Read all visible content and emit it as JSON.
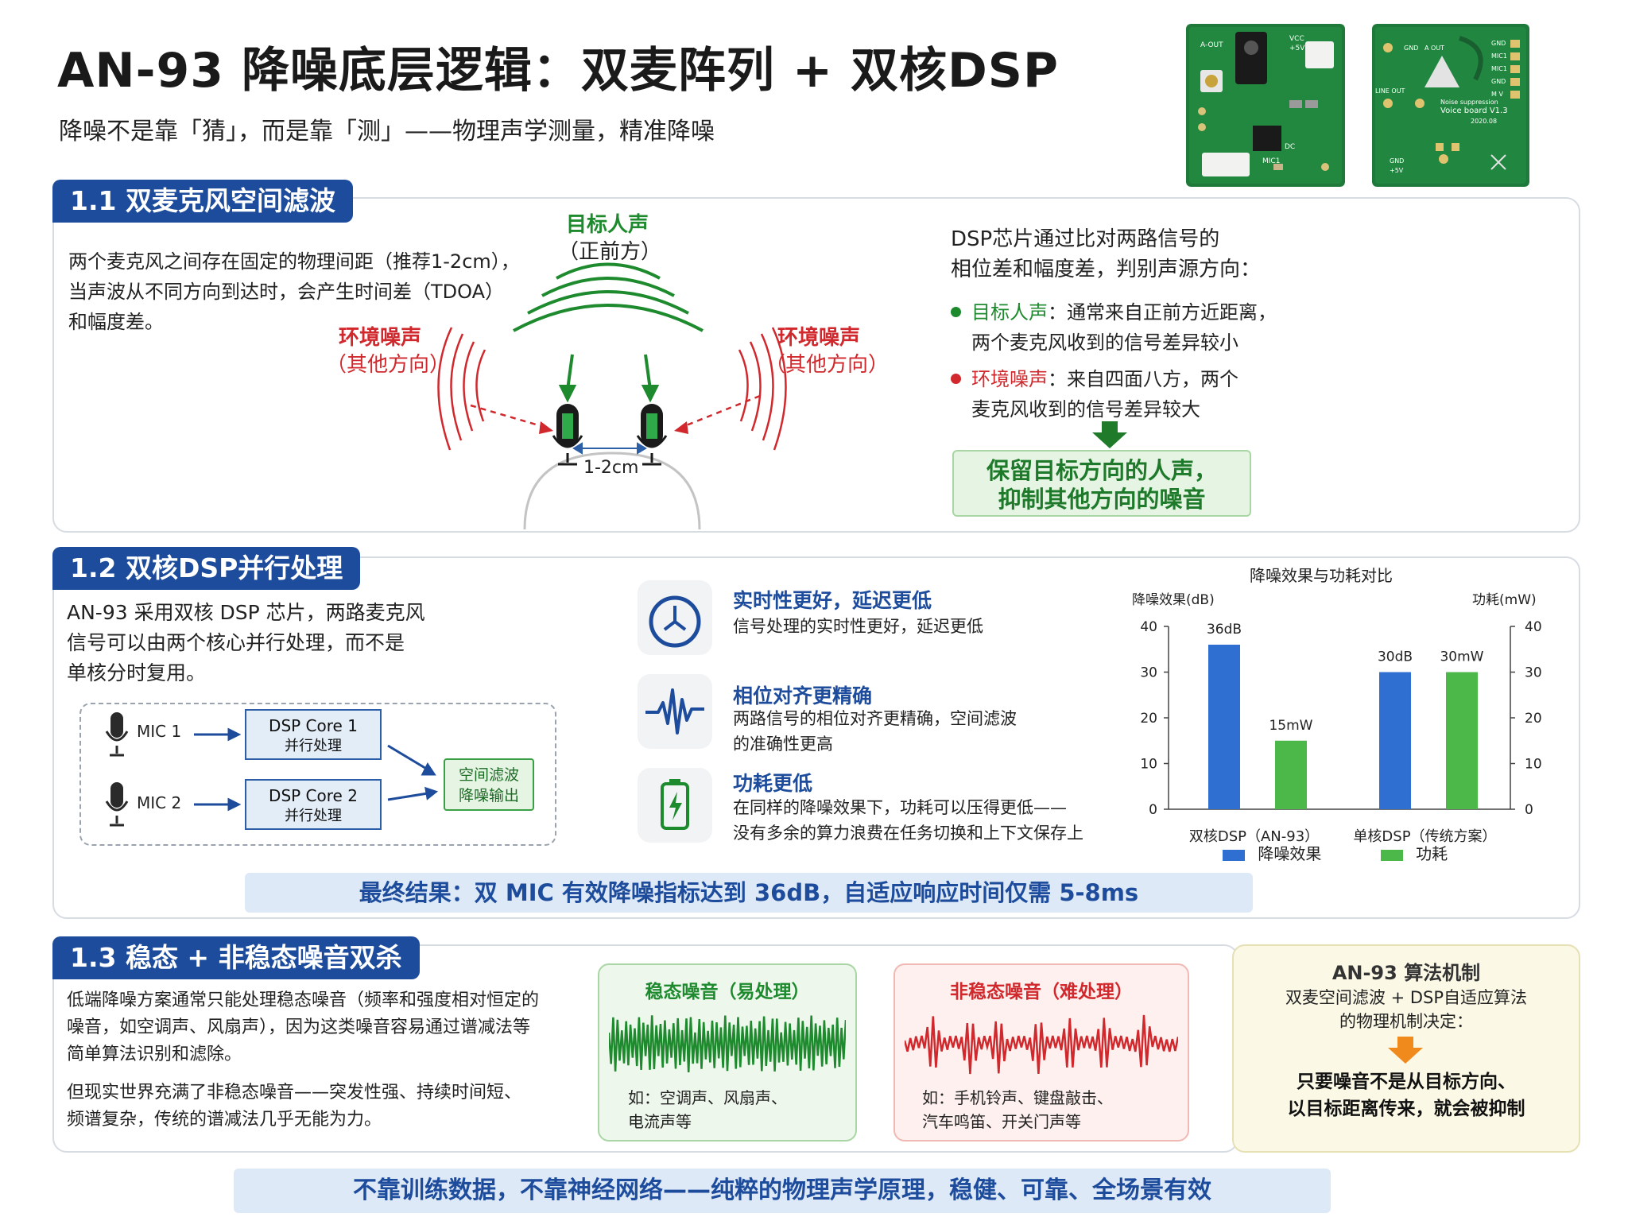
{
  "header": {
    "title": "AN-93 降噪底层逻辑：双麦阵列 + 双核DSP",
    "subtitle": "降噪不是靠「猜」，而是靠「测」——物理声学测量，精准降噪"
  },
  "board_left": {
    "labels": [
      "A-OUT",
      "VCC",
      "+5V",
      "DC",
      "MIC1"
    ]
  },
  "board_right": {
    "labels": [
      "GND",
      "A OUT",
      "LINE OUT",
      "GND",
      "MIC1",
      "MIC1",
      "GND",
      "M V",
      "Noise suppression",
      "Voice board V1.3",
      "2020.08",
      "GND",
      "+5V"
    ]
  },
  "section1": {
    "tab": "1.1  双麦克风空间滤波",
    "intro": [
      "两个麦克风之间存在固定的物理间距（推荐1-2cm），",
      "当声波从不同方向到达时，会产生时间差（TDOA）",
      "和幅度差。"
    ],
    "target_label": "目标人声",
    "target_sub": "（正前方）",
    "noise_label_left": "环境噪声",
    "noise_sub_left": "（其他方向）",
    "noise_label_right": "环境噪声",
    "noise_sub_right": "（其他方向）",
    "distance": "1-2cm",
    "dsp_text": [
      "DSP芯片通过比对两路信号的",
      "相位差和幅度差，判别声源方向："
    ],
    "bullet_target_label": "目标人声",
    "bullet_target_text": "：通常来自正前方近距离，",
    "bullet_target_text2": "两个麦克风收到的信号差异较小",
    "bullet_noise_label": "环境噪声",
    "bullet_noise_text": "：来自四面八方，两个",
    "bullet_noise_text2": "麦克风收到的信号差异较大",
    "result": [
      "保留目标方向的人声，",
      "抑制其他方向的噪音"
    ],
    "colors": {
      "target": "#1e8a2e",
      "noise": "#d0282c"
    }
  },
  "section2": {
    "tab": "1.2  双核DSP并行处理",
    "intro": [
      "AN-93 采用双核 DSP 芯片，两路麦克风",
      "信号可以由两个核心并行处理，而不是",
      "单核分时复用。"
    ],
    "mic1": "MIC 1",
    "mic2": "MIC 2",
    "core1_title": "DSP Core 1",
    "core1_sub": "并行处理",
    "core2_title": "DSP Core 2",
    "core2_sub": "并行处理",
    "output": [
      "空间滤波",
      "降噪输出"
    ],
    "features": [
      {
        "icon": "clock-icon",
        "title": "实时性更好，延迟更低",
        "desc": [
          "信号处理的实时性更好，延迟更低"
        ]
      },
      {
        "icon": "waveform-icon",
        "title": "相位对齐更精确",
        "desc": [
          "两路信号的相位对齐更精确，空间滤波",
          "的准确性更高"
        ]
      },
      {
        "icon": "battery-icon",
        "title": "功耗更低",
        "desc": [
          "在同样的降噪效果下，功耗可以压得更低——",
          "没有多余的算力浪费在任务切换和上下文保存上"
        ]
      }
    ],
    "final": "最终结果：双 MIC 有效降噪指标达到 36dB，自适应响应时间仅需 5-8ms"
  },
  "chart_data": {
    "type": "bar",
    "title": "降噪效果与功耗对比",
    "ylabel": "降噪效果(dB)",
    "y2label": "功耗(mW)",
    "categories": [
      "双核DSP（AN-93）",
      "单核DSP（传统方案）"
    ],
    "ylim": [
      0,
      40
    ],
    "y2lim": [
      0,
      40
    ],
    "yticks": [
      "0",
      "10",
      "20",
      "30",
      "40"
    ],
    "series": [
      {
        "name": "降噪效果",
        "values": [
          36,
          30
        ],
        "labels": [
          "36dB",
          "30dB"
        ],
        "color": "#2e6fd1"
      },
      {
        "name": "功耗",
        "values": [
          15,
          30
        ],
        "labels": [
          "15mW",
          "30mW"
        ],
        "color": "#4cb84a"
      }
    ],
    "legend": "bottom",
    "grid": false
  },
  "section3": {
    "tab": "1.3  稳态 + 非稳态噪音双杀",
    "para1": [
      "低端降噪方案通常只能处理稳态噪音（频率和强度相对恒定的",
      "噪音，如空调声、风扇声），因为这类噪音容易通过谱减法等",
      "简单算法识别和滤除。"
    ],
    "para2": [
      "但现实世界充满了非稳态噪音——突发性强、持续时间短、",
      "频谱复杂，传统的谱减法几乎无能为力。"
    ],
    "steady_title": "稳态噪音（易处理）",
    "steady_desc": [
      "如：空调声、风扇声、",
      "电流声等"
    ],
    "nonsteady_title": "非稳态噪音（难处理）",
    "nonsteady_desc": [
      "如：手机铃声、键盘敲击、",
      "汽车鸣笛、开关门声等"
    ],
    "mech_title": "AN-93 算法机制",
    "mech_text": [
      "双麦空间滤波 + DSP自适应算法",
      "的物理机制决定："
    ],
    "mech_result": [
      "只要噪音不是从目标方向、",
      "以目标距离传来，就会被抑制"
    ]
  },
  "footer": "不靠训练数据，不靠神经网络——纯粹的物理声学原理，稳健、可靠、全场景有效"
}
